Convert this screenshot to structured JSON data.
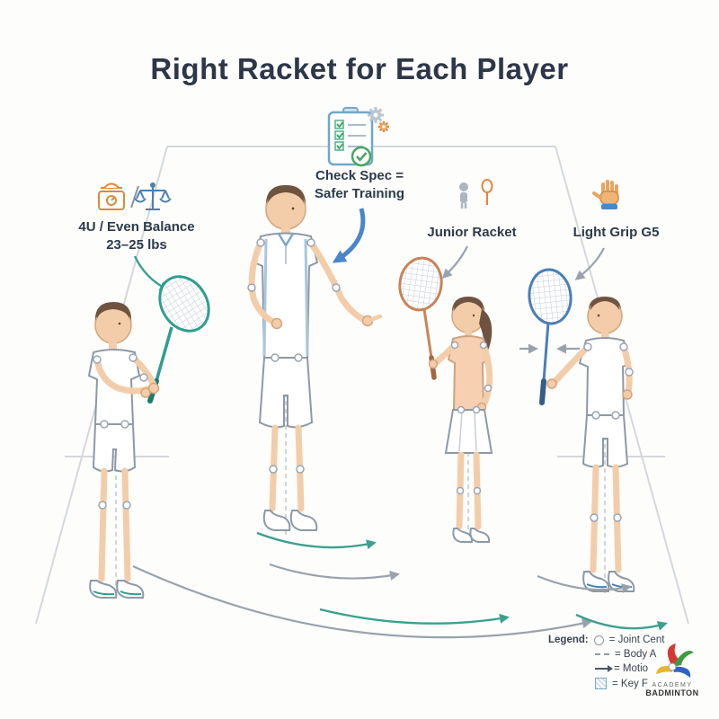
{
  "title": "Right Racket for Each Player",
  "annotations": {
    "check_spec_line1": "Check Spec =",
    "check_spec_line2": "Safer Training",
    "left_spec_line1": "4U / Even Balance",
    "left_spec_line2": "23–25 lbs",
    "junior_racket": "Junior Racket",
    "light_grip": "Light Grip G5"
  },
  "legend": {
    "label": "Legend:",
    "items": [
      {
        "symbol": "joint-circle",
        "text": "= Joint Cent"
      },
      {
        "symbol": "dashed-line",
        "text": "= Body A"
      },
      {
        "symbol": "motion-arrow",
        "text": "= Motio"
      },
      {
        "symbol": "hatch-box",
        "text": "= Key F"
      }
    ]
  },
  "logo": {
    "line1": "ACADEMY",
    "line2": "BADMINTON"
  },
  "icons": {
    "clipboard": "clipboard-checklist-icon",
    "gear": "gear-icon",
    "scale": "weight-scale-icon",
    "balance": "balance-scale-icon",
    "child": "child-figure-icon",
    "shuttle": "shuttlecock-icon",
    "hand": "hand-grip-icon"
  },
  "figures": [
    {
      "id": "boy-left",
      "racket_color": "#2e9e8f"
    },
    {
      "id": "coach",
      "racket_color": null
    },
    {
      "id": "girl",
      "racket_color": "#c8845a"
    },
    {
      "id": "boy-right",
      "racket_color": "#4a7fb5"
    }
  ],
  "colors": {
    "title_text": "#2d3748",
    "accent_teal": "#3aa08f",
    "accent_blue": "#4a86c8",
    "accent_orange": "#d98a3d",
    "arrow_gray": "#98a2ac",
    "court_line": "#d3d8dd"
  }
}
